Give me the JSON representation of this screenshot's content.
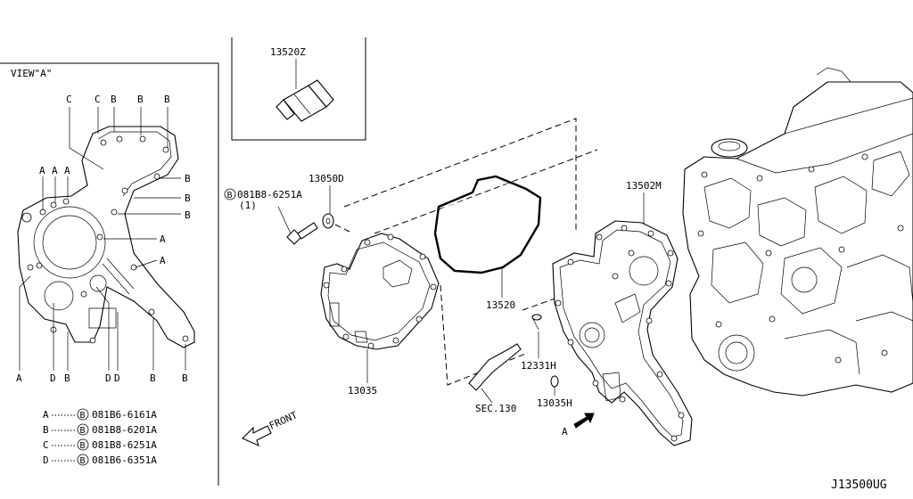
{
  "view": {
    "title": "VIEW\"A\"",
    "letters_top": [
      "C",
      "C",
      "B",
      "B",
      "B"
    ],
    "letters_left": [
      "A",
      "A",
      "A"
    ],
    "letters_right": [
      "B",
      "B",
      "B",
      "A",
      "A"
    ],
    "letters_bottom": [
      "A",
      "D",
      "B",
      "D",
      "D",
      "B",
      "B"
    ]
  },
  "legend": [
    {
      "letter": "A",
      "part": "081B6-6161A"
    },
    {
      "letter": "B",
      "part": "081B8-6201A"
    },
    {
      "letter": "C",
      "part": "081B8-6251A"
    },
    {
      "letter": "D",
      "part": "081B6-6351A"
    }
  ],
  "bolt_symbol": "B",
  "parts": {
    "p13520Z": "13520Z",
    "p13050D": "13050D",
    "bolt_main": "081B8-6251A",
    "bolt_qty": "(1)",
    "p13502M": "13502M",
    "p13520": "13520",
    "p13035": "13035",
    "p12331H": "12331H",
    "p13035H": "13035H",
    "sec130": "SEC.130",
    "arrow_a": "A",
    "front": "FRONT"
  },
  "diagram_code": "J13500UG"
}
